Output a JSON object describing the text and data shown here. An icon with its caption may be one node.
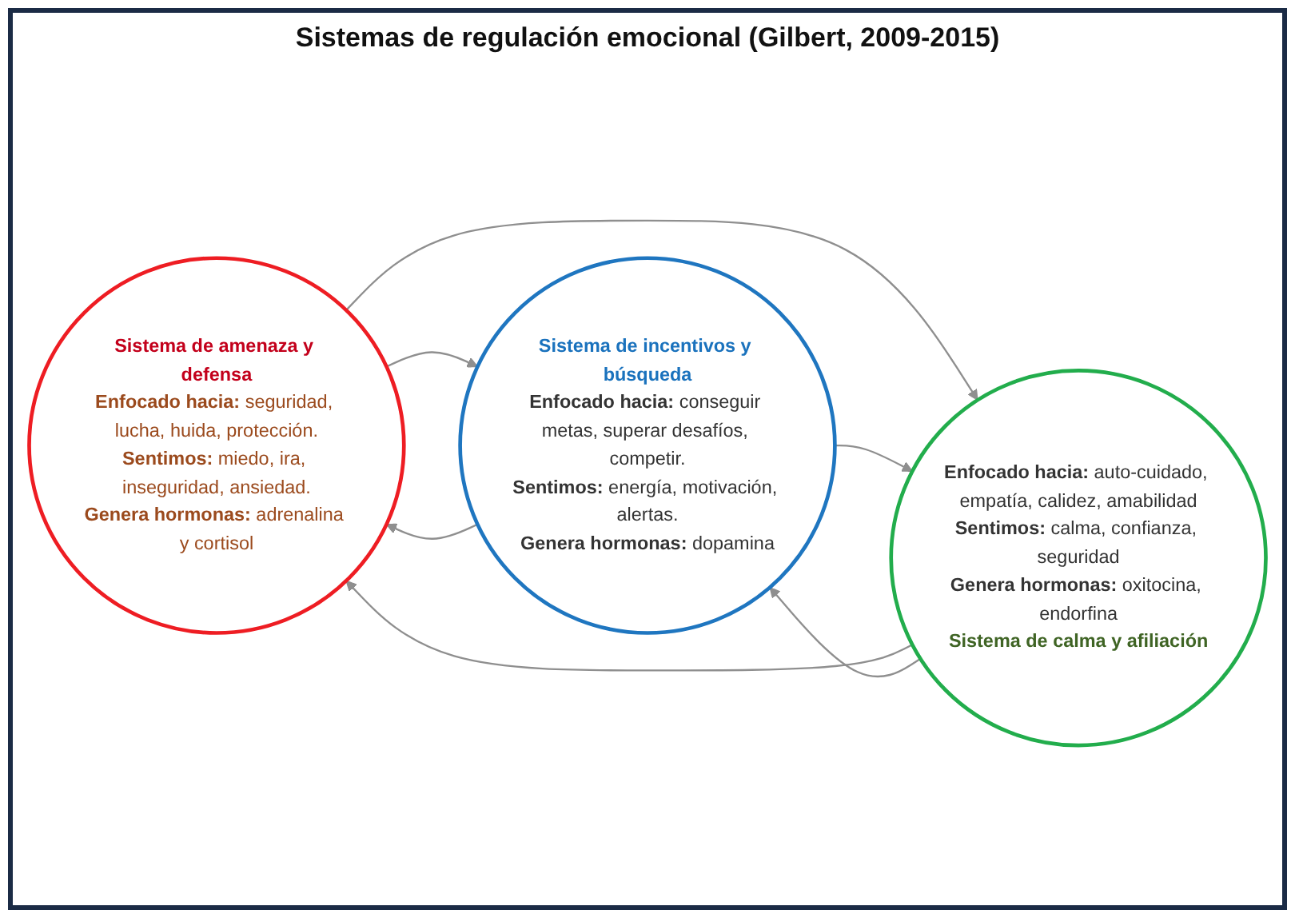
{
  "diagram": {
    "title": "Sistemas de regulación emocional (Gilbert, 2009-2015)",
    "nodes": [
      {
        "text": [
          "Sistema de amenaza y defensa",
          "**Enfocado hacia:** seguridad, lucha, huida, protección.",
          "**Sentimos:** miedo, ira, inseguridad, ansiedad.",
          "**Genera hormonas:** adrenalina y cortisol"
        ]
      },
      {
        "text": [
          "Sistema de incentivos y búsqueda",
          "**Enfocado hacia:** conseguir metas, superar desafíos, competir.",
          "**Sentimos:** energía, motivación, alertas.",
          "**Genera hormonas:** dopamina"
        ]
      },
      {
        "text": [
          "**Enfocado hacia:** auto-cuidado, empatía, calidez, amabilidad",
          "**Sentimos:** calma, confianza, seguridad",
          "**Genera hormonas:** oxitocina, endorfina",
          "Sistema de calma y afiliación"
        ]
      }
    ],
    "edges": [
      {
        "from": 0,
        "to": 1,
        "arrow": "to"
      },
      {
        "from": 1,
        "to": 0,
        "arrow": "to"
      },
      {
        "from": 0,
        "to": 2,
        "arrow": "to"
      },
      {
        "from": 2,
        "to": 0,
        "arrow": "to"
      },
      {
        "from": 1,
        "to": 2,
        "arrow": "to"
      },
      {
        "from": 2,
        "to": 1,
        "arrow": "to"
      }
    ]
  }
}
